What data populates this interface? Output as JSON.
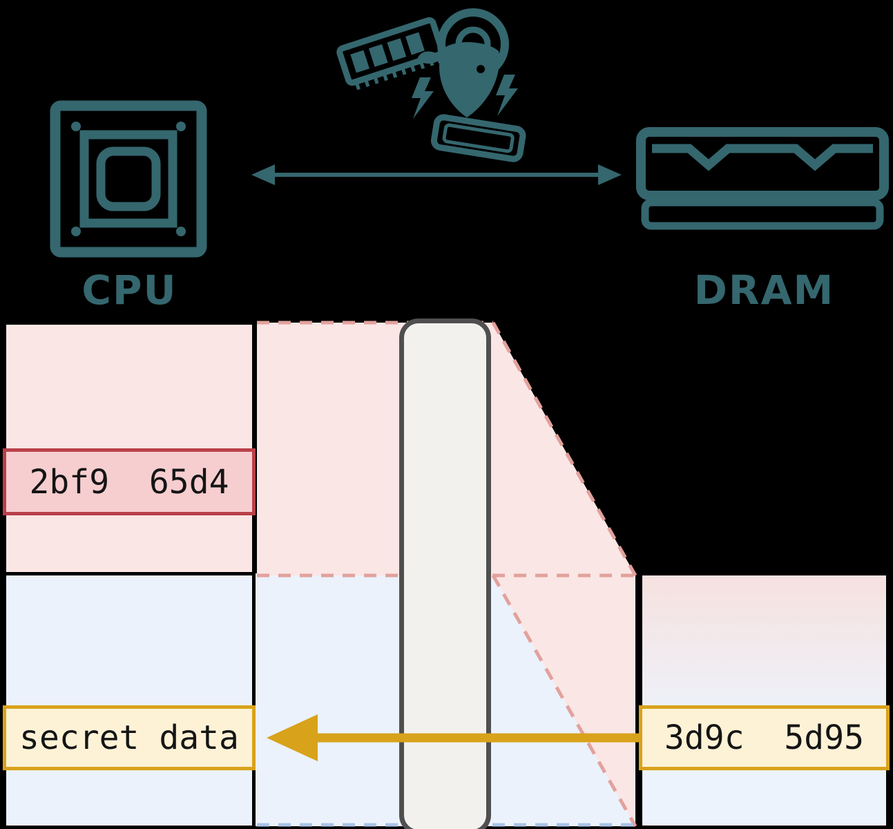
{
  "figure": {
    "cpu_label": "CPU",
    "dram_label": "DRAM"
  },
  "memory": {
    "attacker_value": "2bf9  65d4",
    "secret_value": "secret data",
    "dram_value": "3d9c  5d95"
  },
  "colors": {
    "background": "#000000",
    "teal": "#35676f",
    "pink_fill": "#fae6e5",
    "pink_dash": "#e2a19c",
    "red_cell_fill": "#f6ced0",
    "red_cell_border": "#b9404a",
    "blue_fill": "#ebf2fc",
    "blue_dash": "#abc4e6",
    "yellow_cell_fill": "#fdf2d6",
    "gold": "#d9a21b",
    "barrier_fill": "#f2f1ee",
    "barrier_border": "#4f4f4f"
  },
  "icons": {
    "cpu": "cpu-chip-icon",
    "dram": "dram-module-icon",
    "logo": "rambleed-ram-icon",
    "bus": "cpu-dram-bus-arrow",
    "read_arrow": "secret-read-arrow"
  }
}
